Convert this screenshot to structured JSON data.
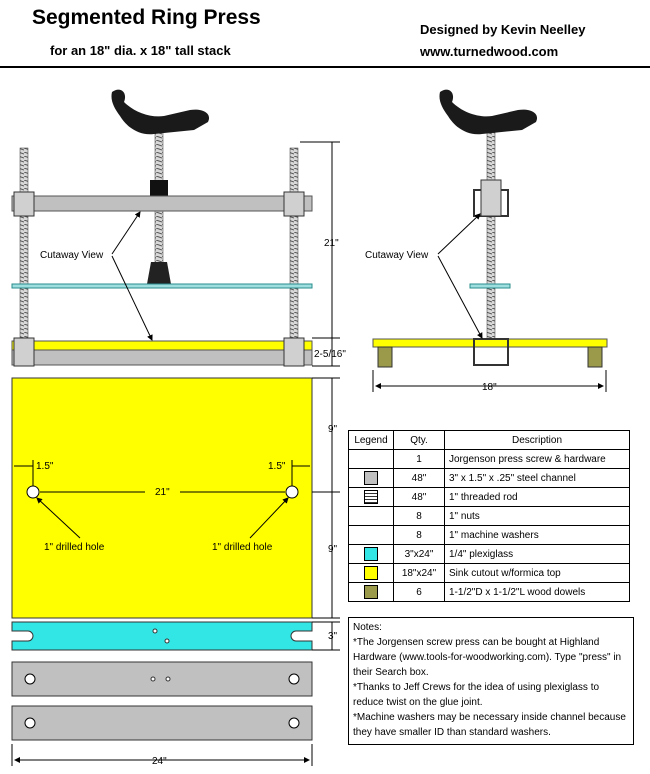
{
  "header": {
    "title": "Segmented Ring Press",
    "subtitle": "for an 18\" dia. x 18\" tall stack",
    "designer": "Designed by Kevin Neelley",
    "website": "www.turnedwood.com"
  },
  "labels": {
    "cutaway_left": "Cutaway View",
    "cutaway_right": "Cutaway View",
    "dim_21_height": "21\"",
    "dim_2516": "2-5/16\"",
    "dim_18": "18\"",
    "dim_9_top": "9\"",
    "dim_9_bottom": "9\"",
    "dim_15_left": "1.5\"",
    "dim_15_right": "1.5\"",
    "dim_21_width": "21\"",
    "drilled_left": "1\" drilled hole",
    "drilled_right": "1\" drilled hole",
    "dim_3": "3\"",
    "dim_24": "24\""
  },
  "legend": {
    "headers": [
      "Legend",
      "Qty.",
      "Description"
    ],
    "rows": [
      {
        "swatch": "none",
        "qty": "1",
        "desc": "Jorgenson press screw & hardware"
      },
      {
        "swatch": "#c0c0c0",
        "qty": "48\"",
        "desc": "3\" x 1.5\" x .25\" steel channel"
      },
      {
        "swatch": "rod",
        "qty": "48\"",
        "desc": "1\" threaded rod"
      },
      {
        "swatch": "none",
        "qty": "8",
        "desc": "1\" nuts"
      },
      {
        "swatch": "none",
        "qty": "8",
        "desc": "1\" machine washers"
      },
      {
        "swatch": "#33e6e6",
        "qty": "3\"x24\"",
        "desc": "1/4\" plexiglass"
      },
      {
        "swatch": "#ffff00",
        "qty": "18\"x24\"",
        "desc": "Sink cutout w/formica top"
      },
      {
        "swatch": "#9a9a4a",
        "qty": "6",
        "desc": "1-1/2\"D x 1-1/2\"L wood dowels"
      }
    ]
  },
  "notes": {
    "heading": "Notes:",
    "items": [
      "*The Jorgensen screw press can be bought at Highland Hardware (www.tools-for-woodworking.com). Type \"press\" in their Search box.",
      "*Thanks to Jeff Crews for the idea of using plexiglass to reduce twist on the glue joint.",
      "*Machine washers may be necessary inside channel because they have smaller ID than standard washers."
    ]
  },
  "colors": {
    "steel": "#c0c0c0",
    "plexi": "#33e6e6",
    "formica": "#ffff00",
    "dowel": "#9a9a4a",
    "glass_edge": "#2a8c8c"
  }
}
